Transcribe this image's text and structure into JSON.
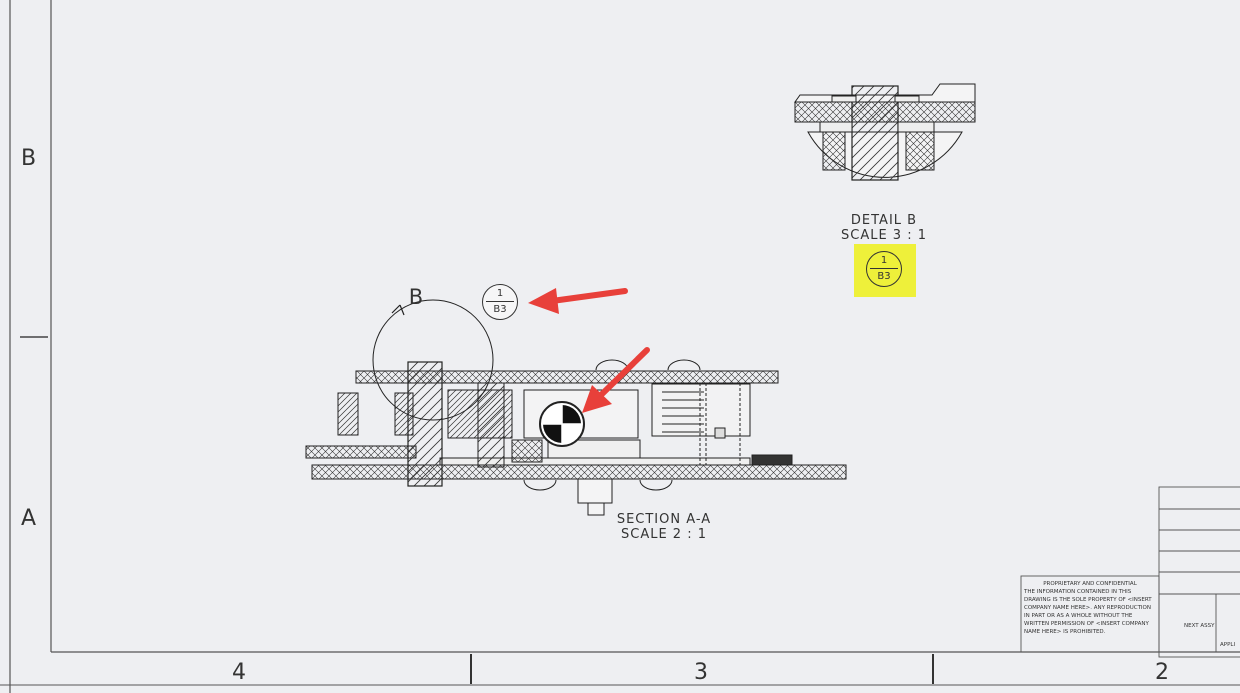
{
  "zones": {
    "rows": [
      "B",
      "A"
    ],
    "columns": [
      "4",
      "3",
      "2"
    ]
  },
  "views": {
    "detail": {
      "title": "DETAIL B",
      "scale": "SCALE 3 : 1",
      "callout_top": "1",
      "callout_bottom": "B3"
    },
    "section": {
      "title": "SECTION A-A",
      "scale": "SCALE 2 : 1",
      "detail_letter": "B",
      "callout_top": "1",
      "callout_bottom": "B3"
    }
  },
  "title_block": {
    "heading": "PROPRIETARY AND CONFIDENTIAL",
    "body": "THE INFORMATION CONTAINED IN THIS DRAWING IS THE SOLE PROPERTY OF <INSERT COMPANY NAME HERE>. ANY REPRODUCTION IN PART OR AS A WHOLE WITHOUT THE WRITTEN PERMISSION OF <INSERT COMPANY NAME HERE> IS PROHIBITED.",
    "next_assy": "NEXT ASSY",
    "appd": "APPLI"
  },
  "colors": {
    "annotation_arrow": "#e8403a",
    "highlight": "#eef03a",
    "line": "#222222"
  }
}
